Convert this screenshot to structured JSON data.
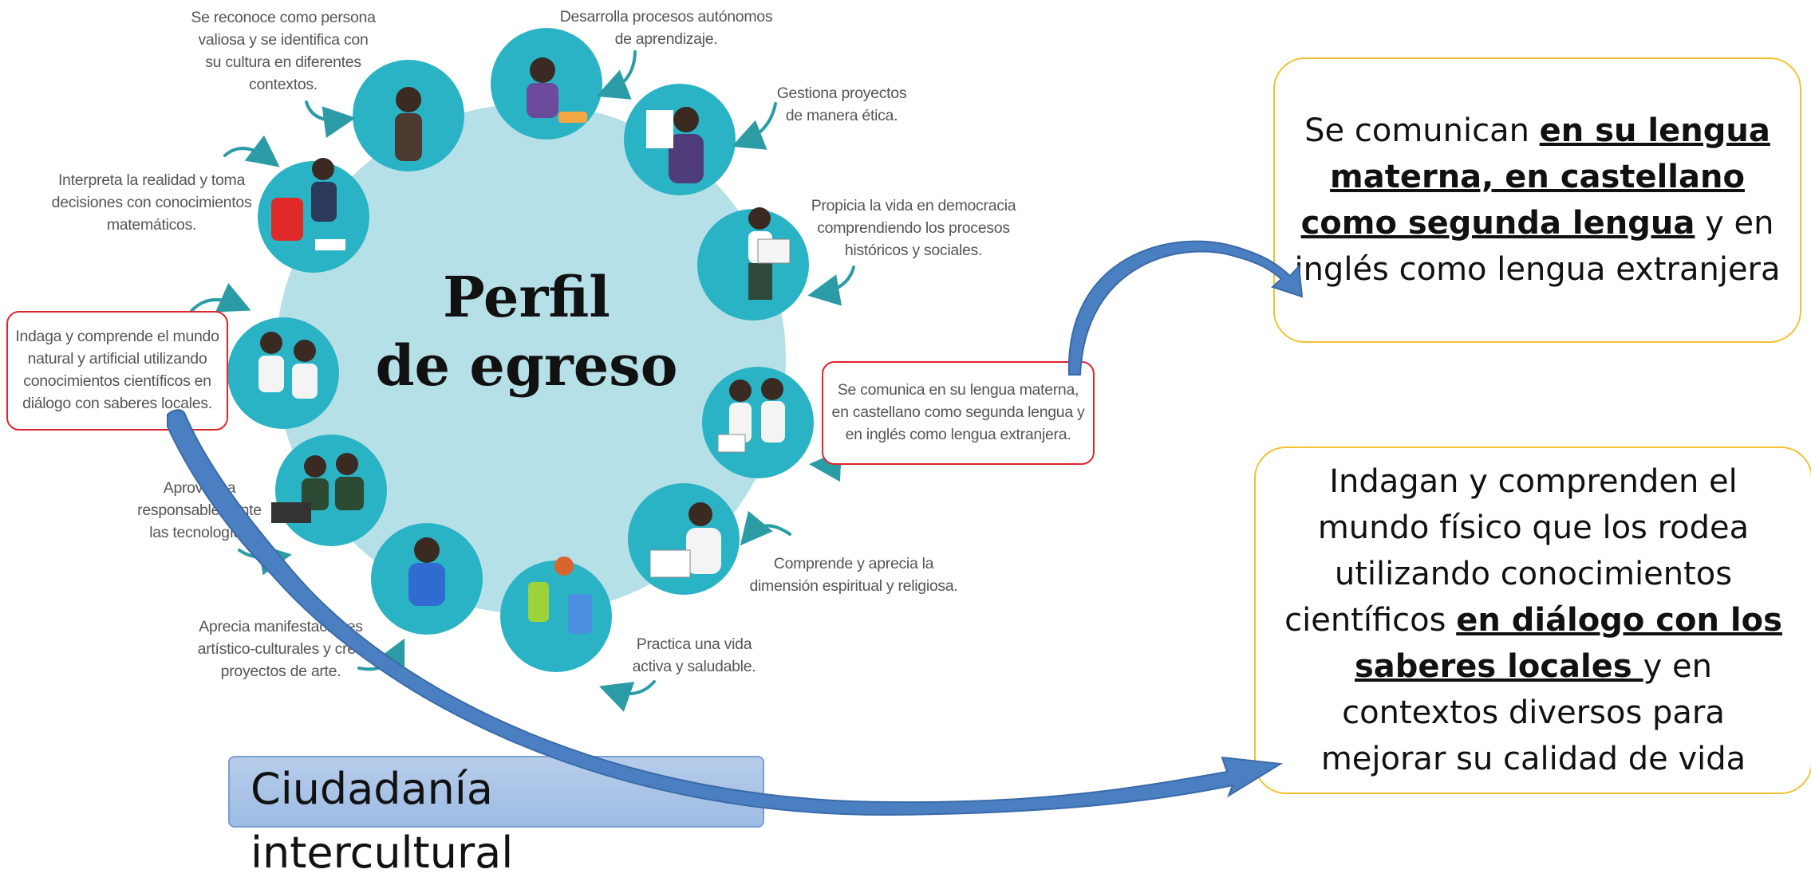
{
  "diagram": {
    "title_line1": "Perfil",
    "title_line2": "de egreso",
    "colors": {
      "ring": "#b6e0e7",
      "photo_circle": "#2ab3c4",
      "arrow_teal": "#2b9ca6",
      "highlight_red": "#e0242e",
      "callout_border": "#f2c130",
      "big_arrow": "#4a7fc1"
    },
    "captions": [
      {
        "id": "reconoce",
        "lines": [
          "Se reconoce como persona",
          "valiosa y se identifica con",
          "su cultura en diferentes",
          "contextos."
        ]
      },
      {
        "id": "desarrolla",
        "lines": [
          "Desarrolla procesos autónomos",
          "de aprendizaje."
        ]
      },
      {
        "id": "gestiona",
        "lines": [
          "Gestiona proyectos",
          "de manera ética."
        ]
      },
      {
        "id": "propicia",
        "lines": [
          "Propicia la vida en democracia",
          "comprendiendo los procesos",
          "históricos y sociales."
        ]
      },
      {
        "id": "comunica",
        "lines": [
          "Se comunica en su lengua materna,",
          "en castellano como segunda lengua y",
          "en inglés como lengua extranjera."
        ]
      },
      {
        "id": "espiritual",
        "lines": [
          "Comprende y aprecia la",
          "dimensión espiritual y religiosa."
        ]
      },
      {
        "id": "vida-activa",
        "lines": [
          "Practica una vida",
          "activa y saludable."
        ]
      },
      {
        "id": "arte",
        "lines": [
          "Aprecia  manifestaciones",
          "artístico-culturales y crea",
          "proyectos de arte."
        ]
      },
      {
        "id": "tecnologias",
        "lines": [
          "Aprovecha",
          "responsablemente",
          "las tecnologías"
        ]
      },
      {
        "id": "indaga",
        "lines": [
          "Indaga y comprende el mundo",
          "natural y artificial utilizando",
          "conocimientos científicos en",
          "diálogo con saberes locales."
        ]
      },
      {
        "id": "interpreta",
        "lines": [
          "Interpreta la realidad y toma",
          "decisiones con conocimientos",
          "matemáticos."
        ]
      }
    ]
  },
  "callouts": {
    "top": {
      "t1": "Se comunican ",
      "b1": "en su lengua materna, en castellano como segunda lengua",
      "t2": " y en inglés como lengua extranjera"
    },
    "bottom": {
      "t1": "Indagan y comprenden el mundo físico que los rodea utilizando conocimientos científicos ",
      "b1": "en diálogo con los saberes locales ",
      "t2": "y en contextos diversos para mejorar su calidad de vida"
    }
  },
  "footer": {
    "label": "Ciudadanía intercultural"
  }
}
